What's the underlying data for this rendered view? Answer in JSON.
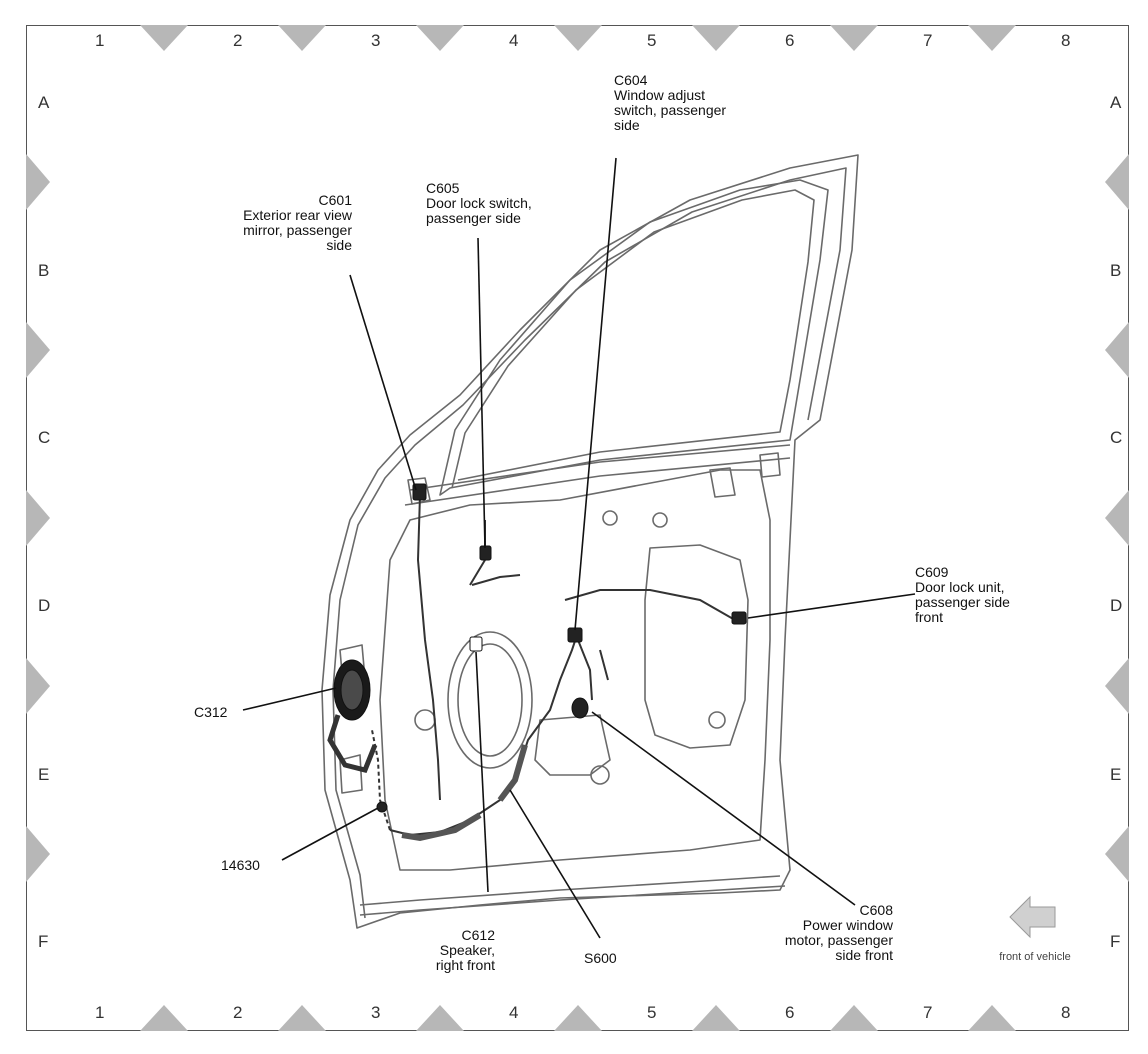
{
  "grid": {
    "columns": [
      "1",
      "2",
      "3",
      "4",
      "5",
      "6",
      "7",
      "8"
    ],
    "rows": [
      "A",
      "B",
      "C",
      "D",
      "E",
      "F"
    ]
  },
  "callouts": {
    "c604": "C604\nWindow adjust\nswitch, passenger\nside",
    "c605": "C605\nDoor lock switch,\npassenger side",
    "c601": "C601\nExterior rear view\nmirror, passenger\nside",
    "c609": "C609\nDoor lock unit,\npassenger side\nfront",
    "c312": "C312",
    "wire_14630": "14630",
    "c612": "C612\nSpeaker,\nright front",
    "s600": "S600",
    "c608": "C608\nPower window\nmotor, passenger\nside front"
  },
  "direction": {
    "label": "front of vehicle",
    "icon": "arrow-left-icon"
  },
  "colors": {
    "line": "#555555",
    "triangle": "#b7b7b7",
    "leader": "#111111"
  }
}
